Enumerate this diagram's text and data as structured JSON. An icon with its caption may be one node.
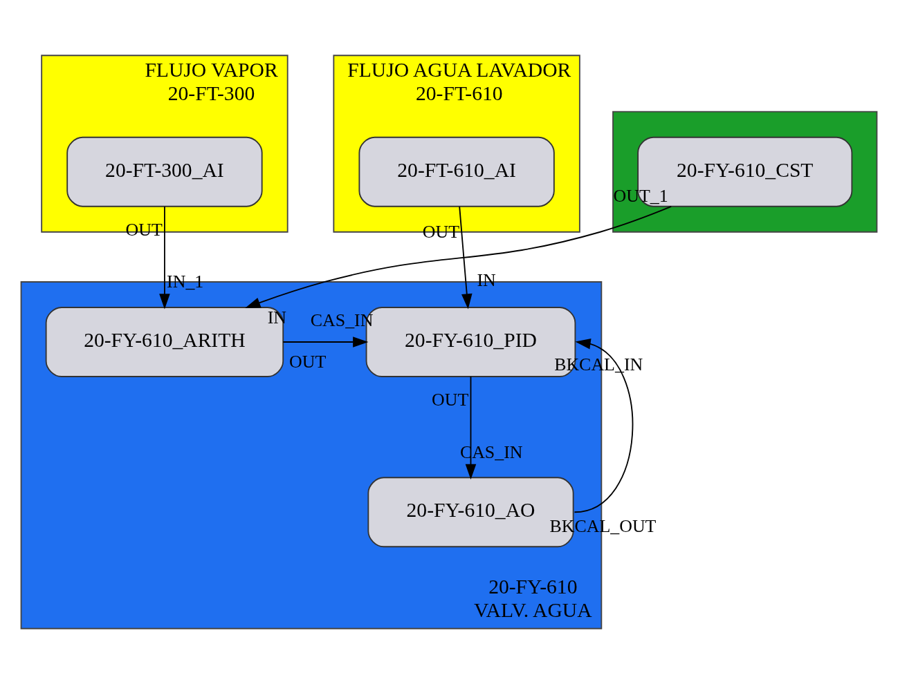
{
  "diagram": {
    "nodes": [
      {
        "text": [
          "FLUJO VAPOR",
          "20-FT-300"
        ]
      },
      {
        "text": [
          "20-FT-300_AI"
        ],
        "in": 0
      },
      {
        "text": [
          "FLUJO AGUA LAVADOR",
          "20-FT-610"
        ]
      },
      {
        "text": [
          "20-FT-610_AI"
        ],
        "in": 2
      },
      {
        "text": [
          "20-FY-610",
          "VALV. AGUA"
        ]
      },
      {
        "text": [
          "20-FY-610_ARITH"
        ],
        "in": 4
      },
      {
        "text": [
          "20-FY-610_PID"
        ],
        "in": 4
      },
      {
        "text": [
          "20-FY-610_AO"
        ],
        "in": 4
      },
      {
        "text": [],
        "shape": "box"
      },
      {
        "text": [
          "20-FY-610_CST"
        ],
        "in": 8
      }
    ],
    "edges": [
      {
        "from": 1,
        "to": 5,
        "arrow": "to"
      },
      {
        "from": 3,
        "to": 6,
        "arrow": "to"
      },
      {
        "from": 5,
        "to": 6,
        "arrow": "to"
      },
      {
        "from": 9,
        "to": 5,
        "arrow": "to"
      },
      {
        "from": 6,
        "to": 7,
        "arrow": "to"
      },
      {
        "from": 7,
        "to": 6,
        "arrow": "to"
      }
    ],
    "labels": [
      "OUT",
      "OUT",
      "IN_1",
      "IN",
      "CAS_IN",
      "OUT",
      "BKCAL_IN",
      "IN",
      "OUT",
      "OUT_1",
      "CAS_IN",
      "BKCAL_OUT"
    ]
  }
}
